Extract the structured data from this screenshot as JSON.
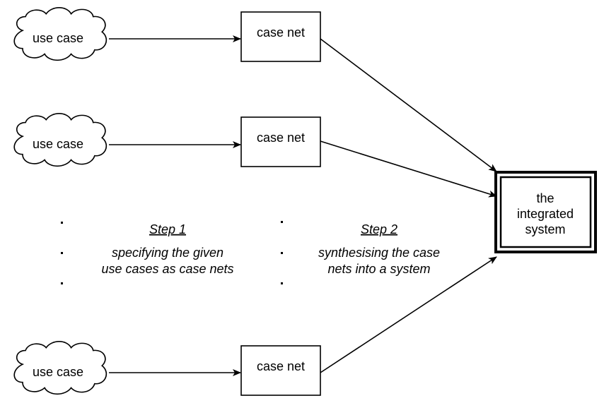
{
  "use_cases": [
    {
      "label": "use case"
    },
    {
      "label": "use case"
    },
    {
      "label": "use case"
    }
  ],
  "case_nets": [
    {
      "label": "case net"
    },
    {
      "label": "case net"
    },
    {
      "label": "case net"
    }
  ],
  "integrated_system": {
    "lines": [
      "the",
      "integrated",
      "system"
    ]
  },
  "step1": {
    "title": "Step 1",
    "lines": [
      "specifying the given",
      "use cases as case nets"
    ]
  },
  "step2": {
    "title": "Step 2",
    "lines": [
      "synthesising the case",
      "nets into a system"
    ]
  }
}
